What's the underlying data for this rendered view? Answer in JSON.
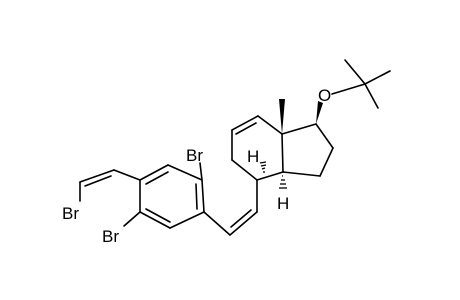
{
  "molecule": {
    "atoms": {
      "br_ring_top": "Br",
      "br_ring_bottom": "Br",
      "br_vinyl": "Br",
      "oxygen": "O",
      "h_upper": "H",
      "h_lower": "H"
    }
  },
  "colors": {
    "bond": "#000000",
    "label": "#000000",
    "background": "#ffffff"
  }
}
